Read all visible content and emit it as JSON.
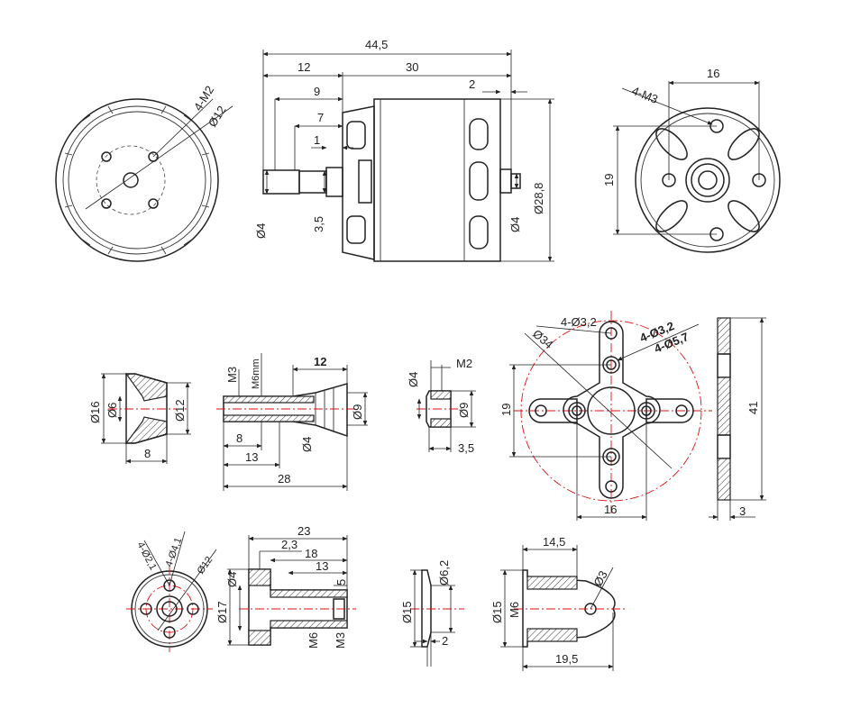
{
  "motor_side": {
    "length_total": "44,5",
    "shaft_length": "12",
    "body_length": "30",
    "d9": "9",
    "d7": "7",
    "d1": "1",
    "d2": "2",
    "shaft_dia": "Ø4",
    "flat": "3,5",
    "rear_shaft_dia": "Ø4",
    "body_dia": "Ø28,8"
  },
  "motor_front": {
    "screw": "4-M2",
    "pcd": "Ø12"
  },
  "motor_rear": {
    "screw": "4-M3",
    "width": "16",
    "height": "19"
  },
  "collet_cone": {
    "outer": "Ø16",
    "inner": "Ø6",
    "right": "Ø12",
    "length": "8"
  },
  "prop_adapter": {
    "m3": "M3",
    "m6": "M6mm",
    "len12": "12",
    "d9": "Ø9",
    "len8": "8",
    "d4": "Ø4",
    "len13": "13",
    "len28": "28"
  },
  "collet_ring": {
    "d4": "Ø4",
    "m2": "M2",
    "d9": "Ø9",
    "w": "3,5"
  },
  "cross_mount": {
    "holes_a": "4-Ø3,2",
    "holes_b": "4-Ø3,2",
    "holes_c": "4-Ø5,7",
    "dia34": "Ø34",
    "h19": "19",
    "w16": "16",
    "total": "41",
    "thick": "3"
  },
  "flange_front": {
    "holes_a": "4-Ø2,1",
    "holes_b": "4-Ø4,1",
    "pcd": "Ø12"
  },
  "flange_side": {
    "len23": "23",
    "len23b": "2,3",
    "len18": "18",
    "len13": "13",
    "len5": "5",
    "d4": "Ø4",
    "d17": "Ø17",
    "m6": "M6",
    "m3": "M3"
  },
  "washer": {
    "d62": "Ø6,2",
    "d15": "Ø15",
    "t2": "2"
  },
  "spinner": {
    "len145": "14,5",
    "d15": "Ø15",
    "m6": "M6",
    "d3": "Ø3",
    "len195": "19,5"
  }
}
